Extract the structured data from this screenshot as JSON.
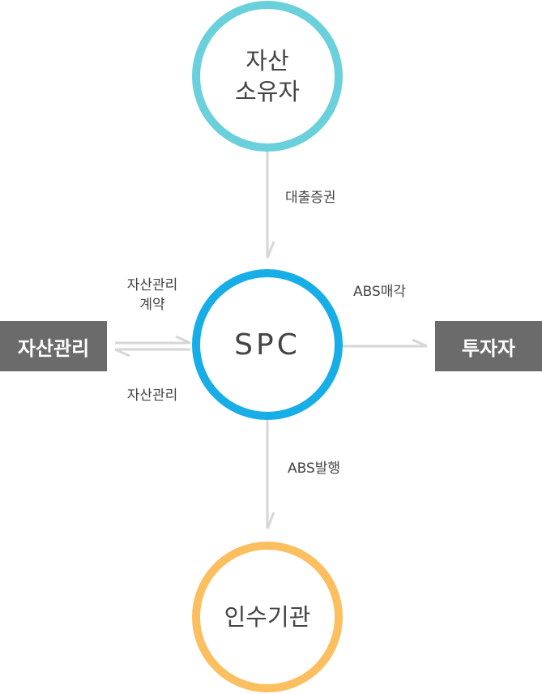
{
  "diagram": {
    "nodes": {
      "asset_owner": {
        "label": "자산\n소유자",
        "color": "#6ad0dc"
      },
      "spc": {
        "label": "SPC",
        "color": "#17ade6"
      },
      "underwriter": {
        "label": "인수기관",
        "color": "#fcbf60"
      },
      "asset_manager": {
        "label": "자산관리",
        "color": "#6b6b6b"
      },
      "investor": {
        "label": "투자자",
        "color": "#6b6b6b"
      }
    },
    "edges": {
      "owner_to_spc": "대출증권",
      "spc_to_underwriter": "ABS발행",
      "spc_to_investor": "ABS매각",
      "manager_contract": "자산관리\n계약",
      "manager_service": "자산관리"
    },
    "line_color": "#d6d6d6"
  }
}
